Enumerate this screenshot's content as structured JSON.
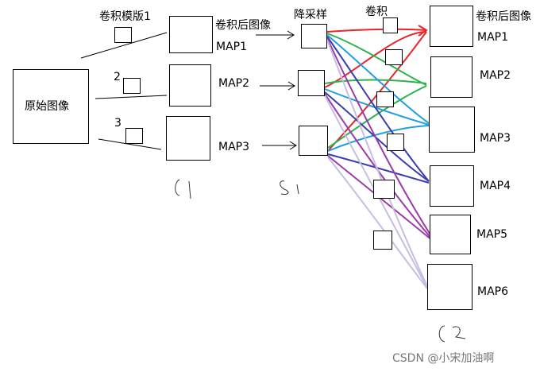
{
  "input": {
    "label": "原始图像"
  },
  "c1": {
    "header": "卷积模版1",
    "kernel2": "2",
    "kernel3": "3",
    "output_header": "卷积后图像",
    "maps": [
      "MAP1",
      "MAP2",
      "MAP3"
    ],
    "stage_mark": "C1"
  },
  "s1": {
    "header": "降采样",
    "stage_mark": "S1"
  },
  "conv": {
    "header": "卷积"
  },
  "c2": {
    "output_header": "卷积后图像",
    "maps": [
      "MAP1",
      "MAP2",
      "MAP3",
      "MAP4",
      "MAP5",
      "MAP6"
    ],
    "stage_mark": "C2"
  },
  "watermark": "CSDN @小宋加油啊",
  "colors": {
    "red": "#e8262a",
    "green": "#2bb34b",
    "cyan": "#1e9fe0",
    "blue": "#3a3fb0",
    "purple": "#9b3aa8",
    "lavender": "#c8bde3"
  }
}
